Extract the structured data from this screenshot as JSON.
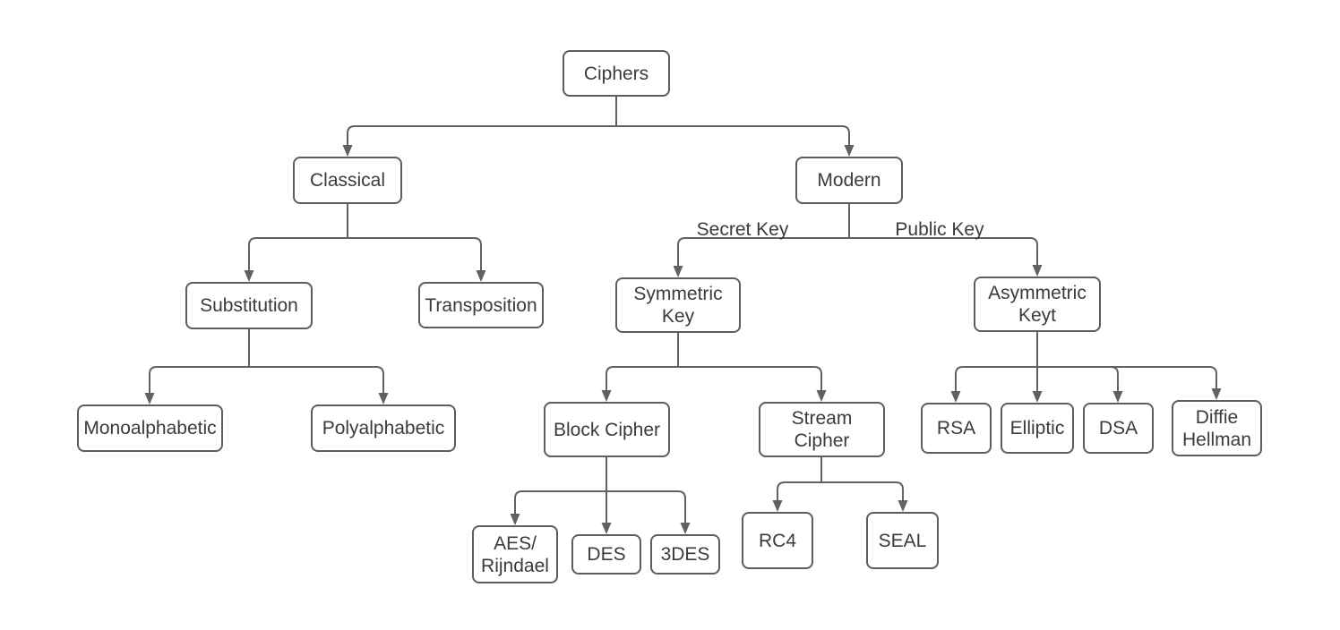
{
  "diagram": {
    "type": "flowchart-tree",
    "background": "#ffffff",
    "colors": {
      "node_border": "#5d5d5d",
      "node_fill": "#ffffff",
      "node_text": "#3b3b3b",
      "connector": "#616161",
      "arrowhead": "#616161"
    },
    "nodes": {
      "ciphers": {
        "label": "Ciphers"
      },
      "classical": {
        "label": "Classical"
      },
      "modern": {
        "label": "Modern"
      },
      "substitution": {
        "label": "Substitution"
      },
      "transposition": {
        "label": "Transposition"
      },
      "symmetric_key": {
        "label": "Symmetric\nKey"
      },
      "asymmetric_keyt": {
        "label": "Asymmetric\nKeyt"
      },
      "monoalphabetic": {
        "label": "Monoalphabetic"
      },
      "polyalphabetic": {
        "label": "Polyalphabetic"
      },
      "block_cipher": {
        "label": "Block Cipher"
      },
      "stream_cipher": {
        "label": "Stream\nCipher"
      },
      "rsa": {
        "label": "RSA"
      },
      "elliptic": {
        "label": "Elliptic"
      },
      "dsa": {
        "label": "DSA"
      },
      "diffie_hellman": {
        "label": "Diffie\nHellman"
      },
      "aes_rijndael": {
        "label": "AES/\nRijndael"
      },
      "des": {
        "label": "DES"
      },
      "triple_des": {
        "label": "3DES"
      },
      "rc4": {
        "label": "RC4"
      },
      "seal": {
        "label": "SEAL"
      }
    },
    "edge_labels": {
      "secret_key": "Secret Key",
      "public_key": "Public Key"
    },
    "edges": [
      {
        "from": "ciphers",
        "to": "classical"
      },
      {
        "from": "ciphers",
        "to": "modern"
      },
      {
        "from": "classical",
        "to": "substitution"
      },
      {
        "from": "classical",
        "to": "transposition"
      },
      {
        "from": "substitution",
        "to": "monoalphabetic"
      },
      {
        "from": "substitution",
        "to": "polyalphabetic"
      },
      {
        "from": "modern",
        "to": "symmetric_key",
        "label": "Secret Key"
      },
      {
        "from": "modern",
        "to": "asymmetric_keyt",
        "label": "Public Key"
      },
      {
        "from": "symmetric_key",
        "to": "block_cipher"
      },
      {
        "from": "symmetric_key",
        "to": "stream_cipher"
      },
      {
        "from": "block_cipher",
        "to": "aes_rijndael"
      },
      {
        "from": "block_cipher",
        "to": "des"
      },
      {
        "from": "block_cipher",
        "to": "triple_des"
      },
      {
        "from": "stream_cipher",
        "to": "rc4"
      },
      {
        "from": "stream_cipher",
        "to": "seal"
      },
      {
        "from": "asymmetric_keyt",
        "to": "rsa"
      },
      {
        "from": "asymmetric_keyt",
        "to": "elliptic"
      },
      {
        "from": "asymmetric_keyt",
        "to": "dsa"
      },
      {
        "from": "asymmetric_keyt",
        "to": "diffie_hellman"
      }
    ]
  }
}
